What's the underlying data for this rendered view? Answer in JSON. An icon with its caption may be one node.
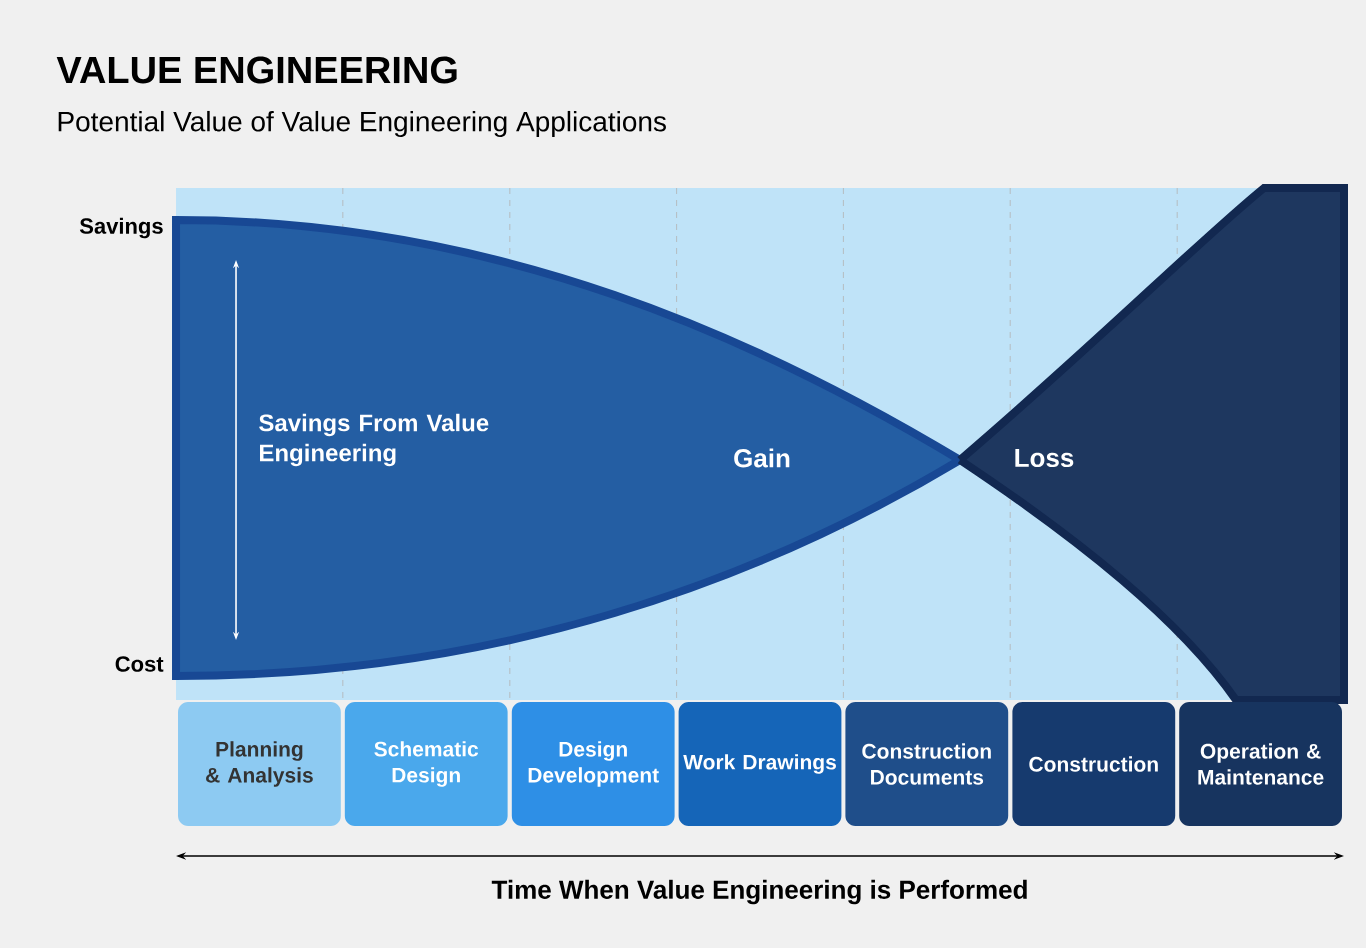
{
  "diagram": {
    "title": "VALUE ENGINEERING",
    "nodes": [
      {
        "text": [
          "Planning & Analysis"
        ]
      },
      {
        "text": [
          "Schematic Design"
        ]
      },
      {
        "text": [
          "Design Development"
        ]
      },
      {
        "text": [
          "Work Drawings"
        ]
      },
      {
        "text": [
          "Construction Documents"
        ]
      },
      {
        "text": [
          "Construction"
        ]
      },
      {
        "text": [
          "Operation & Maintenance"
        ]
      }
    ],
    "edges": [],
    "labels": [
      "Potential Value of Value Engineering Applications",
      "Savings",
      "Cost",
      "Savings From Value Engineering",
      "Gain",
      "Loss",
      "Time When Value Engineering is Performed"
    ]
  }
}
